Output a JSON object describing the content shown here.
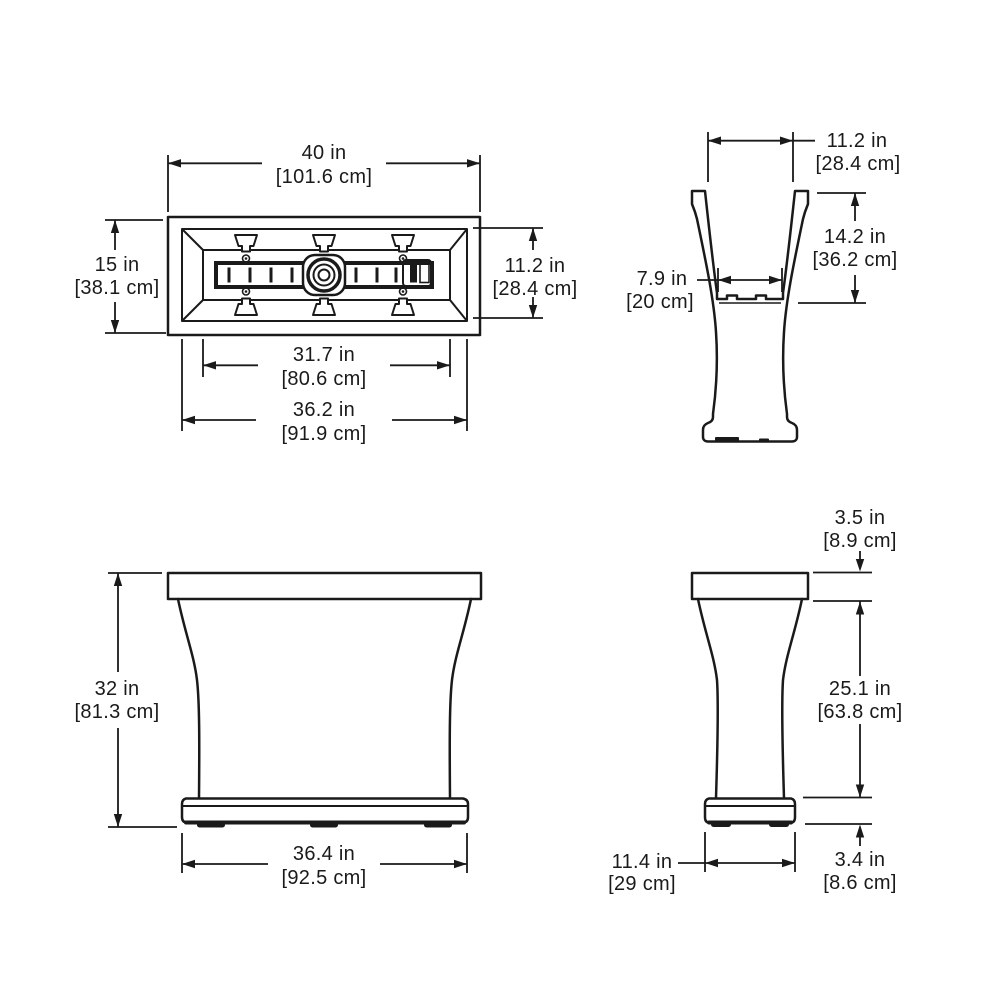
{
  "drawing": {
    "colors": {
      "line": "#1a1a1a",
      "background": "#ffffff"
    }
  },
  "views": {
    "top": {
      "dims": {
        "overall_length": {
          "in": "40 in",
          "cm": "[101.6 cm]"
        },
        "overall_depth": {
          "in": "15 in",
          "cm": "[38.1 cm]"
        },
        "opening_depth": {
          "in": "11.2 in",
          "cm": "[28.4 cm]"
        },
        "floor_length": {
          "in": "31.7 in",
          "cm": "[80.6 cm]"
        },
        "opening_length": {
          "in": "36.2 in",
          "cm": "[91.9 cm]"
        }
      }
    },
    "section": {
      "dims": {
        "opening_width": {
          "in": "11.2 in",
          "cm": "[28.4 cm]"
        },
        "inner_depth": {
          "in": "14.2 in",
          "cm": "[36.2 cm]"
        },
        "floor_width": {
          "in": "7.9 in",
          "cm": "[20 cm]"
        }
      }
    },
    "front": {
      "dims": {
        "overall_height": {
          "in": "32 in",
          "cm": "[81.3 cm]"
        },
        "base_width": {
          "in": "36.4 in",
          "cm": "[92.5 cm]"
        }
      }
    },
    "side": {
      "dims": {
        "rim_height": {
          "in": "3.5 in",
          "cm": "[8.9 cm]"
        },
        "body_height": {
          "in": "25.1 in",
          "cm": "[63.8 cm]"
        },
        "base_height": {
          "in": "3.4 in",
          "cm": "[8.6 cm]"
        },
        "base_width": {
          "in": "11.4 in",
          "cm": "[29 cm]"
        }
      }
    }
  }
}
